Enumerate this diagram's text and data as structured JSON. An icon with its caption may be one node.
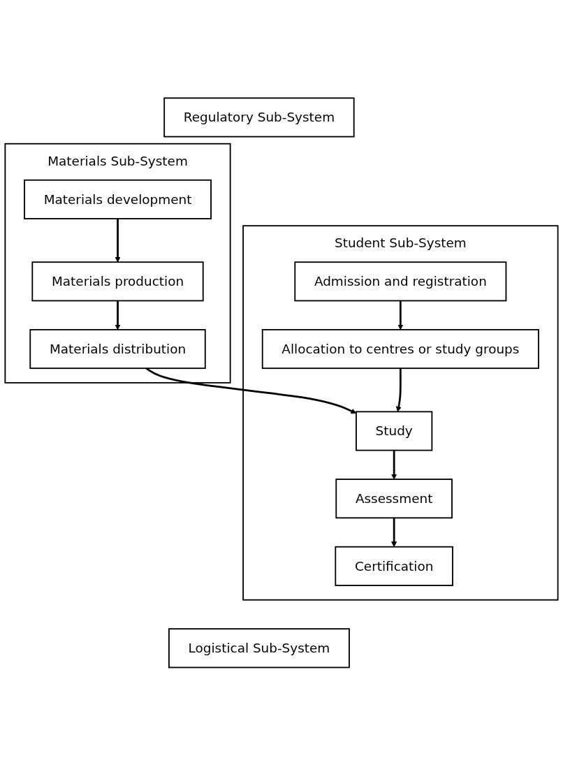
{
  "diagram": {
    "nodes": [
      {
        "text": [
          "Regulatory Sub-System"
        ]
      },
      {
        "text": [
          "Materials Sub-System"
        ]
      },
      {
        "text": [
          "Materials development"
        ],
        "in": 1
      },
      {
        "text": [
          "Materials production"
        ],
        "in": 1
      },
      {
        "text": [
          "Materials distribution"
        ],
        "in": 1
      },
      {
        "text": [
          "Student Sub-System"
        ]
      },
      {
        "text": [
          "Admission and registration"
        ],
        "in": 5
      },
      {
        "text": [
          "Allocation to centres or study groups"
        ],
        "in": 5
      },
      {
        "text": [
          "Study"
        ],
        "in": 5
      },
      {
        "text": [
          "Assessment"
        ],
        "in": 5
      },
      {
        "text": [
          "Certification"
        ],
        "in": 5
      },
      {
        "text": [
          "Logistical Sub-System"
        ]
      }
    ],
    "edges": [
      {
        "from": 2,
        "to": 3,
        "arrow": "to"
      },
      {
        "from": 3,
        "to": 4,
        "arrow": "to"
      },
      {
        "from": 4,
        "to": 8,
        "arrow": "to"
      },
      {
        "from": 6,
        "to": 7,
        "arrow": "to"
      },
      {
        "from": 7,
        "to": 8,
        "arrow": "to"
      },
      {
        "from": 8,
        "to": 9,
        "arrow": "to"
      },
      {
        "from": 9,
        "to": 10,
        "arrow": "to"
      }
    ]
  }
}
